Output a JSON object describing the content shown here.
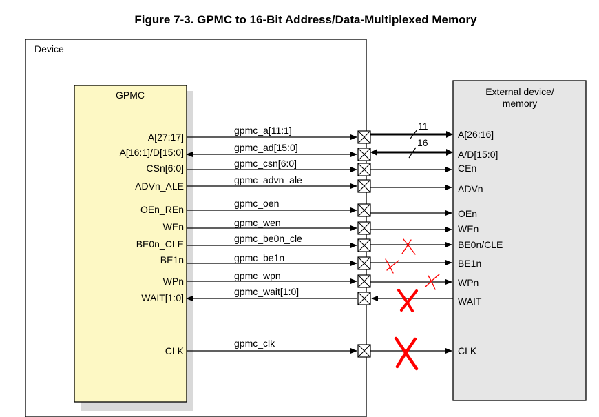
{
  "title": "Figure 7-3. GPMC to 16-Bit Address/Data-Multiplexed Memory",
  "device_label": "Device",
  "gpmc_label": "GPMC",
  "external_label_line1": "External device/",
  "external_label_line2": "memory",
  "signals": [
    {
      "gpmc": "A[27:17]",
      "wire": "gpmc_a[11:1]",
      "ext": "A[26:16]"
    },
    {
      "gpmc": "A[16:1]/D[15:0]",
      "wire": "gpmc_ad[15:0]",
      "ext": "A/D[15:0]"
    },
    {
      "gpmc": "CSn[6:0]",
      "wire": "gpmc_csn[6:0]",
      "ext": "CEn"
    },
    {
      "gpmc": "ADVn_ALE",
      "wire": "gpmc_advn_ale",
      "ext": "ADVn"
    },
    {
      "gpmc": "OEn_REn",
      "wire": "gpmc_oen",
      "ext": "OEn"
    },
    {
      "gpmc": "WEn",
      "wire": "gpmc_wen",
      "ext": "WEn"
    },
    {
      "gpmc": "BE0n_CLE",
      "wire": "gpmc_be0n_cle",
      "ext": "BE0n/CLE"
    },
    {
      "gpmc": "BE1n",
      "wire": "gpmc_be1n",
      "ext": "BE1n"
    },
    {
      "gpmc": "WPn",
      "wire": "gpmc_wpn",
      "ext": "WPn"
    },
    {
      "gpmc": "WAIT[1:0]",
      "wire": "gpmc_wait[1:0]",
      "ext": "WAIT"
    },
    {
      "gpmc": "CLK",
      "wire": "gpmc_clk",
      "ext": "CLK"
    }
  ],
  "bus_width_a": "11",
  "bus_width_ad": "16",
  "colors": {
    "gpmc_fill": "#fdf8c4",
    "external_fill": "#e6e6e6",
    "shadow": "#d9d9d9",
    "annotation": "#ff0000"
  }
}
